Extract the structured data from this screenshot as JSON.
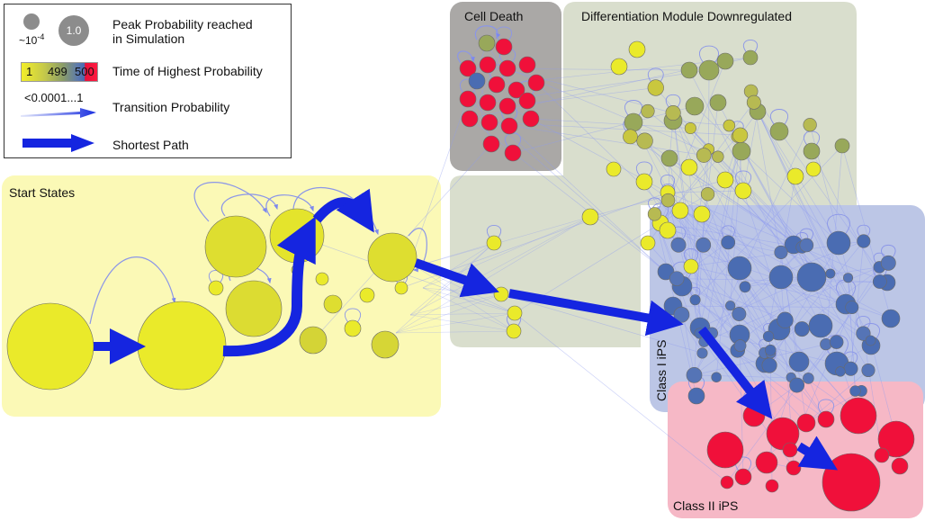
{
  "legend": {
    "peak_small_label": "~10",
    "peak_small_exp": "-4",
    "peak_large_label": "1.0",
    "peak_text_line1": "Peak Probability reached",
    "peak_text_line2": "in Simulation",
    "time_min": "1",
    "time_mid": "499",
    "time_max": "500",
    "time_text": "Time of Highest Probability",
    "trans_range": "<0.0001...1",
    "trans_text": "Transition Probability",
    "shortest_text": "Shortest Path"
  },
  "regions": {
    "start": "Start States",
    "cell_death": "Cell Death",
    "diff_module": "Differentiation Module Downregulated",
    "class1": "Class I iPS",
    "class2": "Class II iPS"
  },
  "colors": {
    "start_bg": "#fbf9b6",
    "death_bg": "#aaa8a6",
    "diff_bg": "#d9decd",
    "class1_bg": "#bcc6e6",
    "class2_bg": "#f6b8c6",
    "yellow_node": "#eaea2a",
    "olive_node": "#98a85a",
    "blue_node": "#4a6cb2",
    "red_node": "#f0103a",
    "path": "#1525e0",
    "edge": "#8f9bf0"
  }
}
